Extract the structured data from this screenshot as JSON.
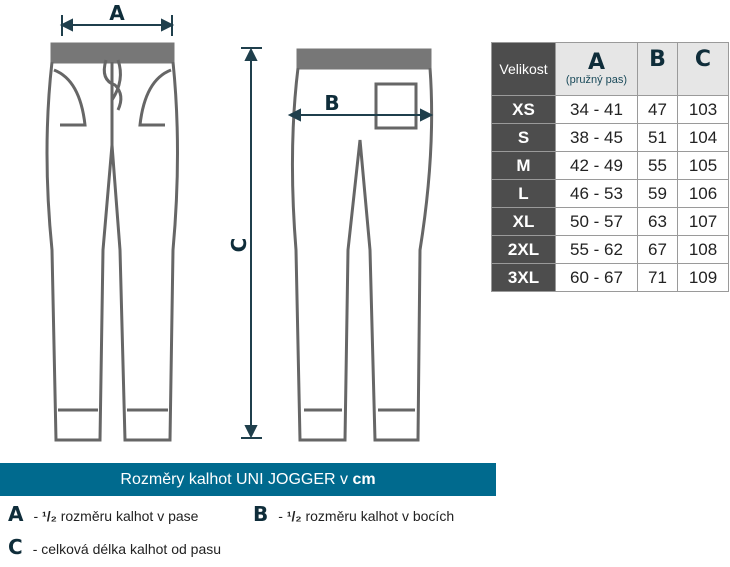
{
  "labels": {
    "a": "A",
    "b": "B",
    "c": "C"
  },
  "table": {
    "header": {
      "size": "Velikost",
      "a": "A",
      "a_sub": "(pružný pas)",
      "b": "B",
      "c": "C"
    },
    "rows": [
      {
        "size": "XS",
        "a": "34 - 41",
        "b": "47",
        "c": "103"
      },
      {
        "size": "S",
        "a": "38 - 45",
        "b": "51",
        "c": "104"
      },
      {
        "size": "M",
        "a": "42 - 49",
        "b": "55",
        "c": "105"
      },
      {
        "size": "L",
        "a": "46 - 53",
        "b": "59",
        "c": "106"
      },
      {
        "size": "XL",
        "a": "50 - 57",
        "b": "63",
        "c": "107"
      },
      {
        "size": "2XL",
        "a": "55 - 62",
        "b": "67",
        "c": "108"
      },
      {
        "size": "3XL",
        "a": "60 - 67",
        "b": "71",
        "c": "109"
      }
    ]
  },
  "banner": {
    "text": "Rozměry kalhot UNI JOGGER v ",
    "unit": "cm"
  },
  "legend": {
    "a": {
      "letter": "A",
      "dash": "- ",
      "fraction": "¹/₂",
      "text": " rozměru kalhot v pase"
    },
    "b": {
      "letter": "B",
      "dash": "- ",
      "fraction": "¹/₂",
      "text": " rozměru kalhot v bocích"
    },
    "c": {
      "letter": "C",
      "text": "- celková délka kalhot od pasu"
    }
  },
  "colors": {
    "accent": "#006a8e",
    "dark": "#4d4d4d",
    "letters": "#0f2d3a"
  }
}
